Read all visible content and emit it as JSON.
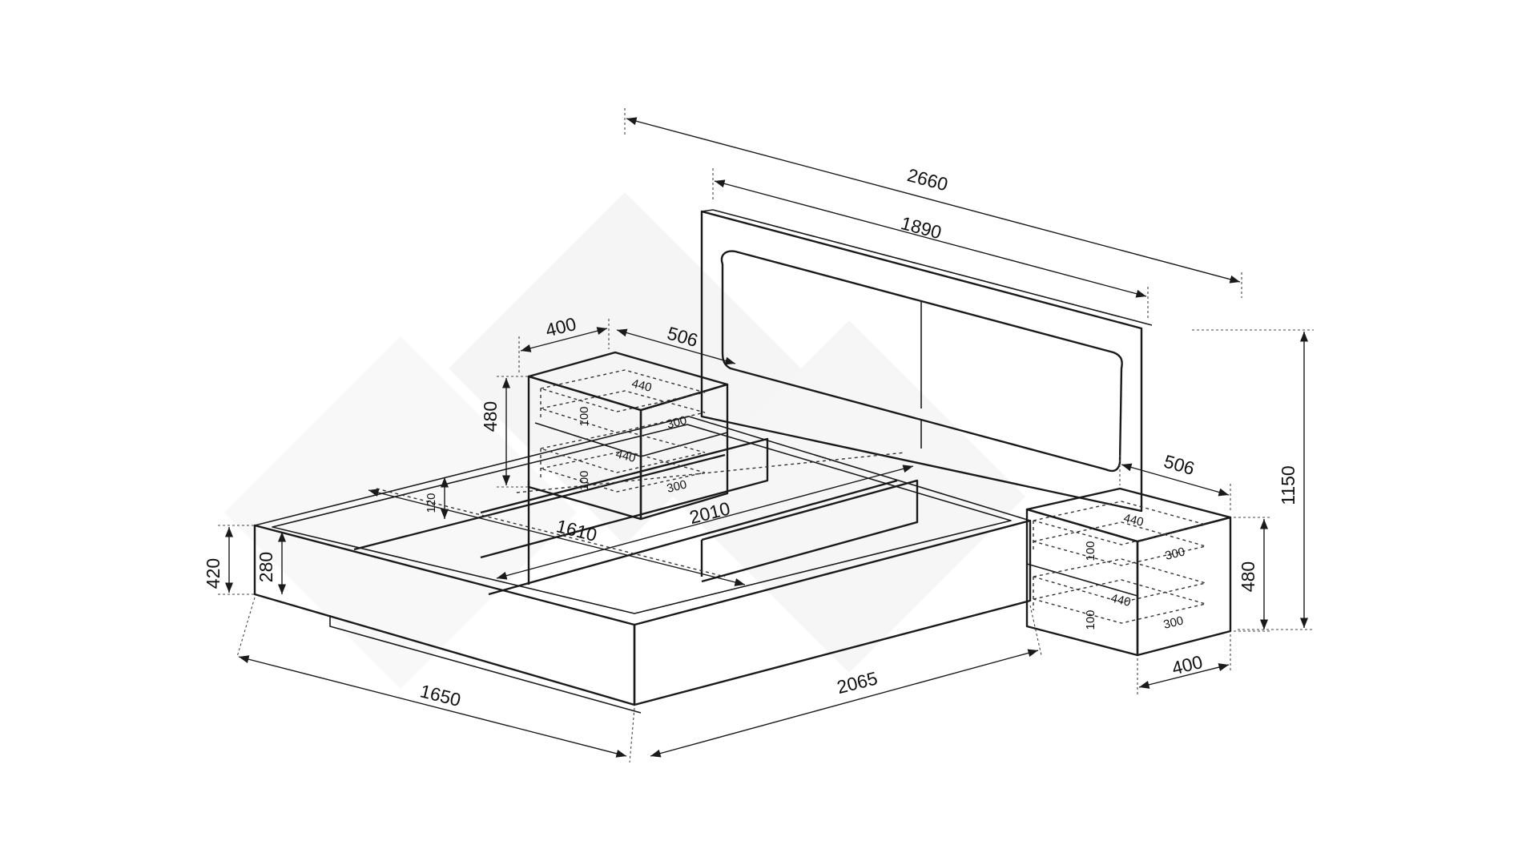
{
  "diagram": {
    "subject": "bed-with-two-nightstands",
    "colors": {
      "line": "#1a1a1a",
      "watermark": "#ececec",
      "background": "#ffffff"
    },
    "dimensions": {
      "total_width": "2660",
      "headboard_panel_width": "1890",
      "headboard_height": "1150",
      "frame_length": "2065",
      "frame_width": "1650",
      "frame_height": "420",
      "side_height": "280",
      "inner_length": "2010",
      "inner_width": "1610",
      "slat_support_height": "120",
      "left_nightstand": {
        "width": "400",
        "depth": "506",
        "height": "480",
        "drawer_inner_width": "440",
        "drawer_inner_depth": "300",
        "drawer_inner_height": "100"
      },
      "right_nightstand": {
        "width": "400",
        "depth": "506",
        "height": "480",
        "drawer_inner_width": "440",
        "drawer_inner_depth": "300",
        "drawer_inner_height": "100"
      }
    }
  }
}
